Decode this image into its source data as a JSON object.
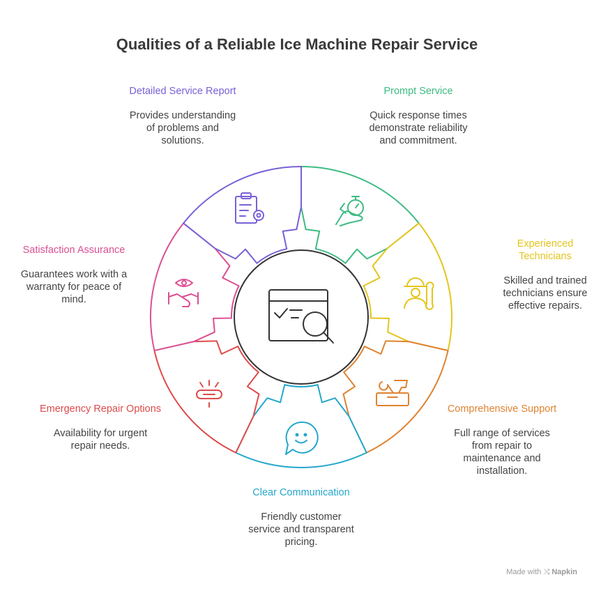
{
  "title": "Qualities of a Reliable Ice Machine Repair Service",
  "hub": {
    "icon": "checklist-magnifier-icon"
  },
  "qualities": [
    {
      "key": "prompt",
      "title": "Prompt Service",
      "title_lines": [
        "Prompt Service"
      ],
      "desc_lines": [
        "Quick response times",
        "demonstrate reliability",
        "and commitment."
      ],
      "color": "#3dbb82",
      "icon": "stopwatch-hand-icon"
    },
    {
      "key": "experienced",
      "title": "Experienced Technicians",
      "title_lines": [
        "Experienced",
        "Technicians"
      ],
      "desc_lines": [
        "Skilled and trained",
        "technicians ensure",
        "effective repairs."
      ],
      "color": "#e4c51d",
      "icon": "technician-wrench-icon"
    },
    {
      "key": "comprehensive",
      "title": "Comprehensive Support",
      "title_lines": [
        "Comprehensive Support"
      ],
      "desc_lines": [
        "Full range of services",
        "from repair to",
        "maintenance and",
        "installation."
      ],
      "color": "#df8330",
      "icon": "toolbox-icon"
    },
    {
      "key": "communication",
      "title": "Clear Communication",
      "title_lines": [
        "Clear Communication"
      ],
      "desc_lines": [
        "Friendly customer",
        "service and transparent",
        "pricing."
      ],
      "color": "#25a7cc",
      "icon": "chat-bubble-smile-icon"
    },
    {
      "key": "emergency",
      "title": "Emergency Repair Options",
      "title_lines": [
        "Emergency Repair Options"
      ],
      "desc_lines": [
        "Availability for urgent",
        "repair needs."
      ],
      "color": "#de4b4b",
      "icon": "alarm-light-icon"
    },
    {
      "key": "satisfaction",
      "title": "Satisfaction Assurance",
      "title_lines": [
        "Satisfaction Assurance"
      ],
      "desc_lines": [
        "Guarantees work with a",
        "warranty for peace of",
        "mind."
      ],
      "color": "#db4f92",
      "icon": "handshake-eye-icon"
    },
    {
      "key": "report",
      "title": "Detailed Service Report",
      "title_lines": [
        "Detailed Service Report"
      ],
      "desc_lines": [
        "Provides understanding",
        "of problems and",
        "solutions."
      ],
      "color": "#7a60d6",
      "icon": "clipboard-gear-icon"
    }
  ],
  "footer": {
    "made_with": "Made with",
    "brand": "Napkin",
    "icon": "napkin-logo-icon"
  }
}
